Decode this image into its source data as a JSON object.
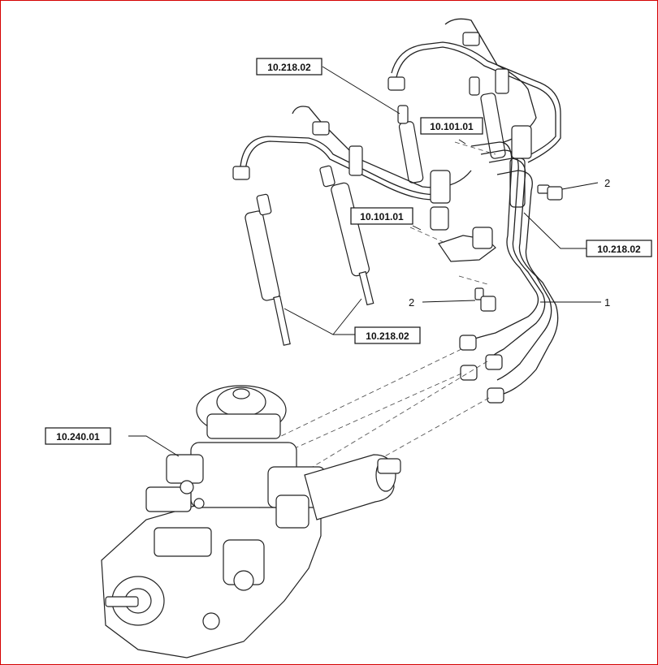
{
  "callouts": {
    "ref_top_left": "10.218.02",
    "ref_mid_upper": "10.101.01",
    "ref_mid_lower": "10.101.01",
    "ref_right": "10.218.02",
    "ref_bottom_center": "10.218.02",
    "ref_pump": "10.240.01"
  },
  "items": {
    "screw_top": "2",
    "screw_mid": "2",
    "pipes": "1"
  },
  "colors": {
    "frame": "#d40000",
    "line": "#222222"
  }
}
